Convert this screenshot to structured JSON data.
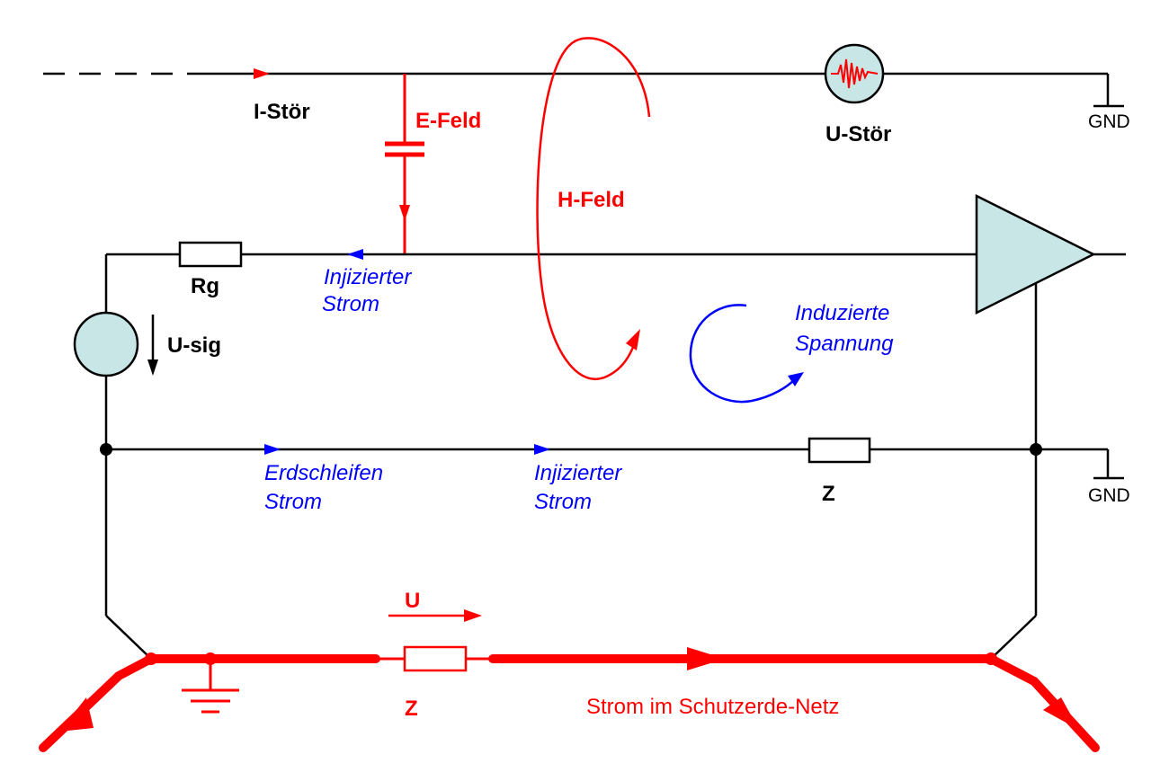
{
  "labels": {
    "i_stoer": "I-Stör",
    "e_feld": "E-Feld",
    "u_stoer": "U-Stör",
    "gnd_top": "GND",
    "h_feld": "H-Feld",
    "rg": "Rg",
    "injizierter_strom_top_1": "Injizierter",
    "injizierter_strom_top_2": "Strom",
    "induzierte_spannung_1": "Induzierte",
    "induzierte_spannung_2": "Spannung",
    "u_sig": "U-sig",
    "erdschleifen_1": "Erdschleifen",
    "erdschleifen_2": "Strom",
    "injizierter_strom_bottom_1": "Injizierter",
    "injizierter_strom_bottom_2": "Strom",
    "z_upper": "Z",
    "gnd_right": "GND",
    "u_bottom": "U",
    "z_bottom": "Z",
    "schutzerde": "Strom im Schutzerde-Netz"
  },
  "colors": {
    "wire": "#000000",
    "interference": "#ff0000",
    "signal_current": "#0000ff",
    "component_fill": "#c8e6e6"
  },
  "icons": {
    "source_u_stoer": "noise-source-icon",
    "source_u_sig": "voltage-source-icon",
    "amplifier": "amplifier-triangle-icon",
    "capacitor": "capacitor-icon",
    "ground": "ground-icon"
  }
}
